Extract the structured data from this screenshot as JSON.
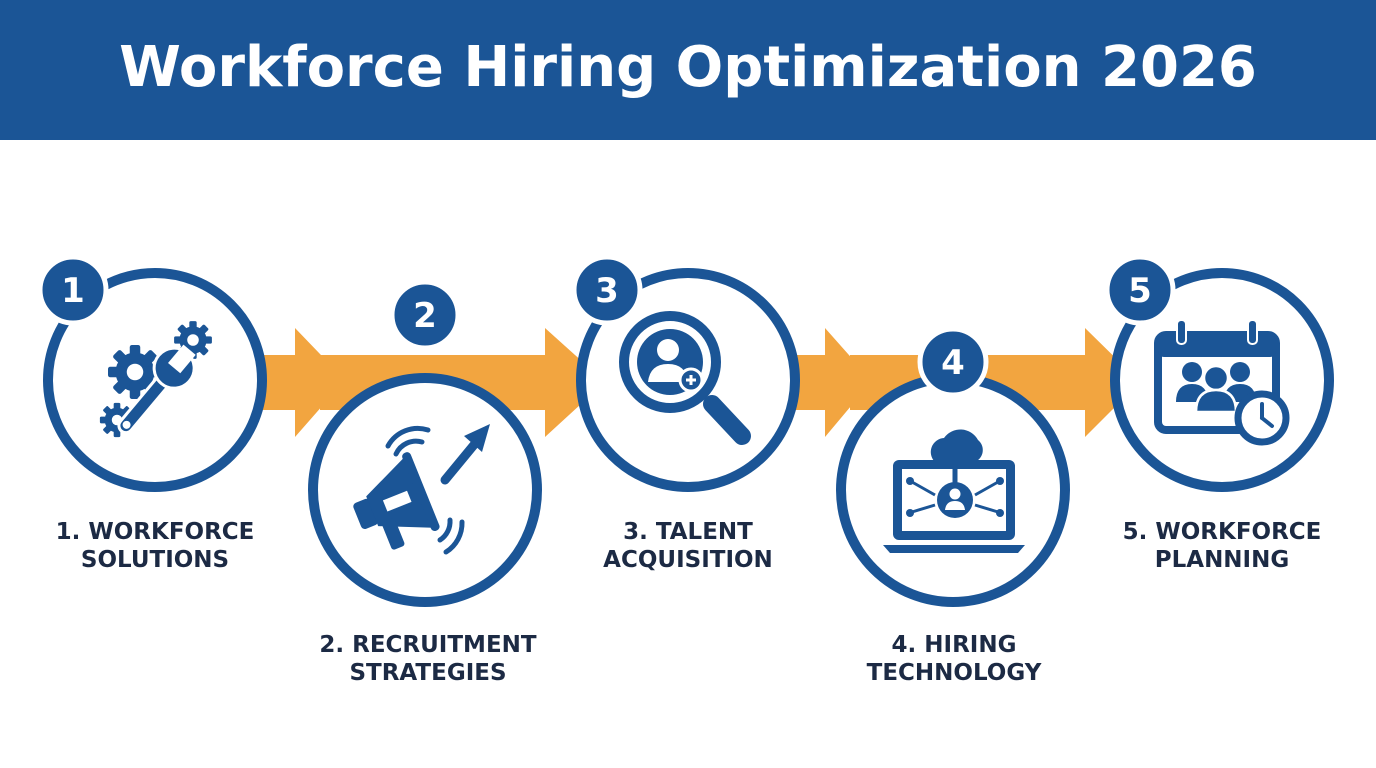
{
  "title": "Workforce Hiring Optimization 2026",
  "colors": {
    "brand_blue": "#1b5596",
    "arrow_orange": "#f2a540",
    "text_dark": "#1c2a44",
    "background": "#ffffff"
  },
  "steps": [
    {
      "number": "1",
      "line1": "1. WORKFORCE",
      "line2": "SOLUTIONS",
      "icon": "gears-wrench-icon"
    },
    {
      "number": "2",
      "line1": "2. RECRUITMENT",
      "line2": "STRATEGIES",
      "icon": "megaphone-arrow-icon"
    },
    {
      "number": "3",
      "line1": "3. TALENT",
      "line2": "ACQUISITION",
      "icon": "magnifier-person-icon"
    },
    {
      "number": "4",
      "line1": "4. HIRING",
      "line2": "TECHNOLOGY",
      "icon": "laptop-cloud-network-icon"
    },
    {
      "number": "5",
      "line1": "5. WORKFORCE",
      "line2": "PLANNING",
      "icon": "calendar-team-clock-icon"
    }
  ]
}
